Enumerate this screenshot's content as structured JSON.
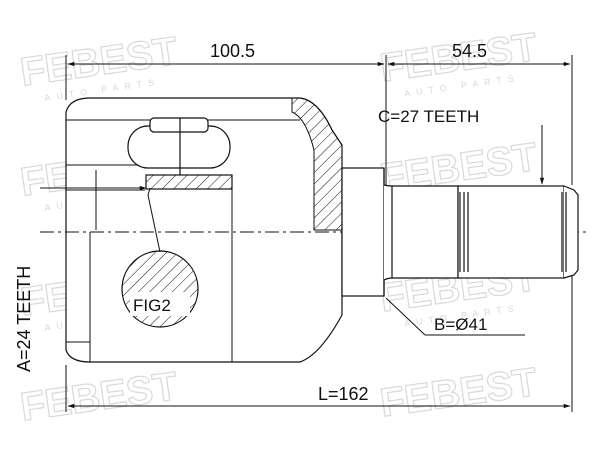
{
  "dimensions": {
    "overall_body_length": "100.5",
    "shaft_length": "54.5",
    "total_length": "L=162",
    "outer_spline": "C=27 TEETH",
    "inner_spline": "A=24 TEETH",
    "seal_diameter": "B=Ø41"
  },
  "detail_label": "FIG2",
  "watermark": {
    "brand": "FEBEST",
    "subtitle": "AUTO PARTS"
  },
  "colors": {
    "line": "#111111",
    "watermark": "#d9d9d9",
    "background": "#ffffff"
  }
}
